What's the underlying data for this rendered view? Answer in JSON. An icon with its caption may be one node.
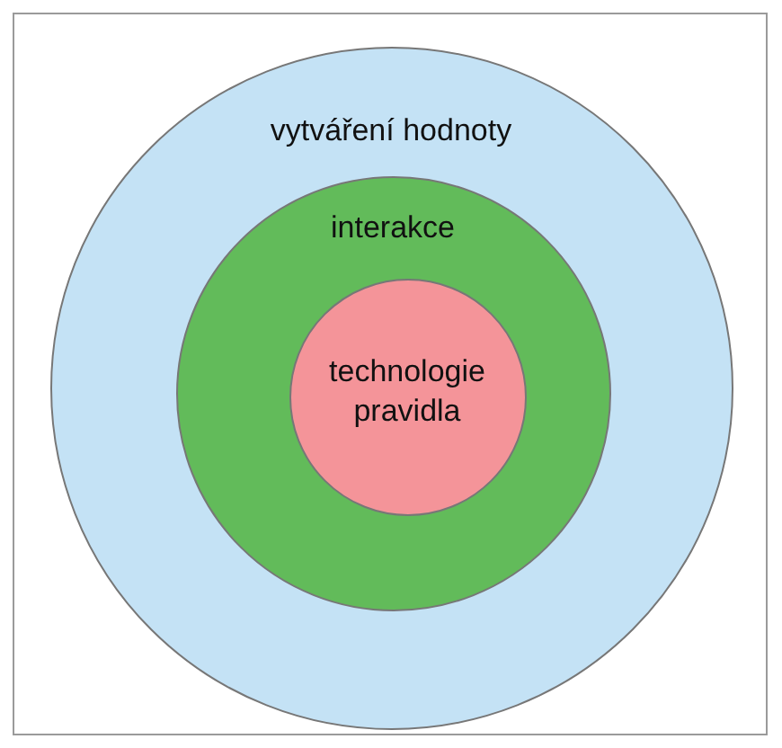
{
  "diagram": {
    "nodes": [
      {
        "text": [
          "vytváření hodnoty"
        ]
      },
      {
        "text": [
          "interakce"
        ],
        "in": 0
      },
      {
        "text": [
          "technologie pravidla"
        ],
        "in": 1
      }
    ]
  }
}
